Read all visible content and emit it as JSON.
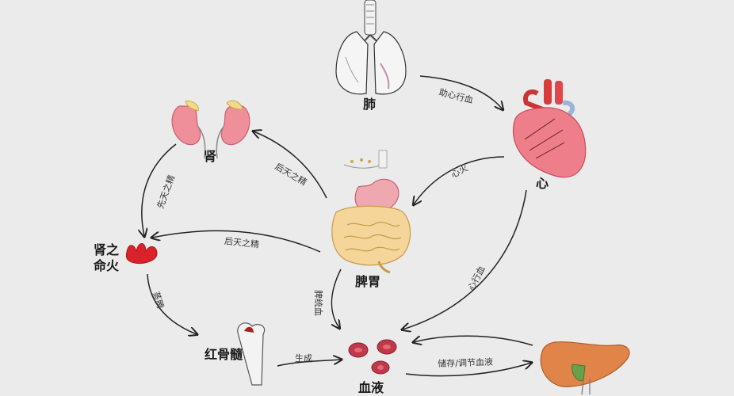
{
  "nodes": {
    "lung": "肺",
    "heart": "心",
    "kidney": "肾",
    "spleen_stomach": "脾胃",
    "kidney_fire": "肾之命火",
    "bone_marrow": "红骨髓",
    "blood": "血液"
  },
  "edges": {
    "lung_heart": "助心行血",
    "heart_spleen": "心火",
    "heart_blood": "心行血",
    "spleen_kidney": "后天之精",
    "kidney_fire": "先天之精",
    "spleen_fire": "后天之精",
    "fire_marrow": "蒸腾",
    "spleen_blood": "脾统血",
    "marrow_blood": "生成",
    "liver_blood": "储存/调节血液"
  }
}
